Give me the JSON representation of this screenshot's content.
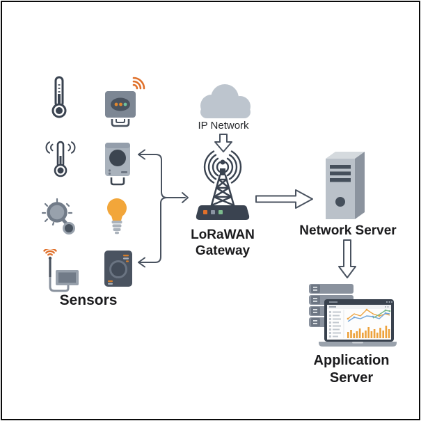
{
  "diagram": {
    "title_implicit": "LoRaWAN network architecture",
    "nodes": {
      "sensors": {
        "label": "Sensors"
      },
      "ip_network": {
        "label": "IP Network"
      },
      "gateway": {
        "label_line1": "LoRaWAN",
        "label_line2": "Gateway"
      },
      "network_server": {
        "label": "Network Server"
      },
      "application_server": {
        "label_line1": "Application",
        "label_line2": "Server"
      }
    },
    "sensor_icons": [
      "thermometer-icon",
      "wireless-sensor-icon",
      "rf-thermometer-icon",
      "camera-sensor-icon",
      "light-sensor-icon",
      "bulb-icon",
      "antenna-module-icon",
      "smart-device-icon"
    ],
    "infrastructure_icons": [
      "cloud-icon",
      "gateway-antenna-icon",
      "server-tower-icon",
      "server-rack-icon",
      "dashboard-laptop-icon"
    ],
    "connections": [
      {
        "from": "sensors",
        "to": "gateway",
        "style": "thin-line",
        "bidirectional": true
      },
      {
        "from": "ip_network",
        "to": "gateway",
        "style": "block-arrow-down"
      },
      {
        "from": "gateway",
        "to": "network_server",
        "style": "block-arrow-right"
      },
      {
        "from": "network_server",
        "to": "application_server",
        "style": "block-arrow-down"
      }
    ],
    "colors": {
      "dark_slate": "#3a4350",
      "device_gray": "#7d8794",
      "light_device_gray": "#a9b2bc",
      "cloud_gray": "#bdc5ce",
      "wifi_orange": "#e0702a",
      "bulb_orange": "#f2a63a",
      "led_green": "#7dbd8e",
      "arrow_stroke": "#49525f",
      "text": "#1b1b1d",
      "chart_orange": "#eda23c",
      "chart_blue": "#6fa3d8",
      "chart_green": "#79b887",
      "frame": "#0a0a0a"
    }
  }
}
